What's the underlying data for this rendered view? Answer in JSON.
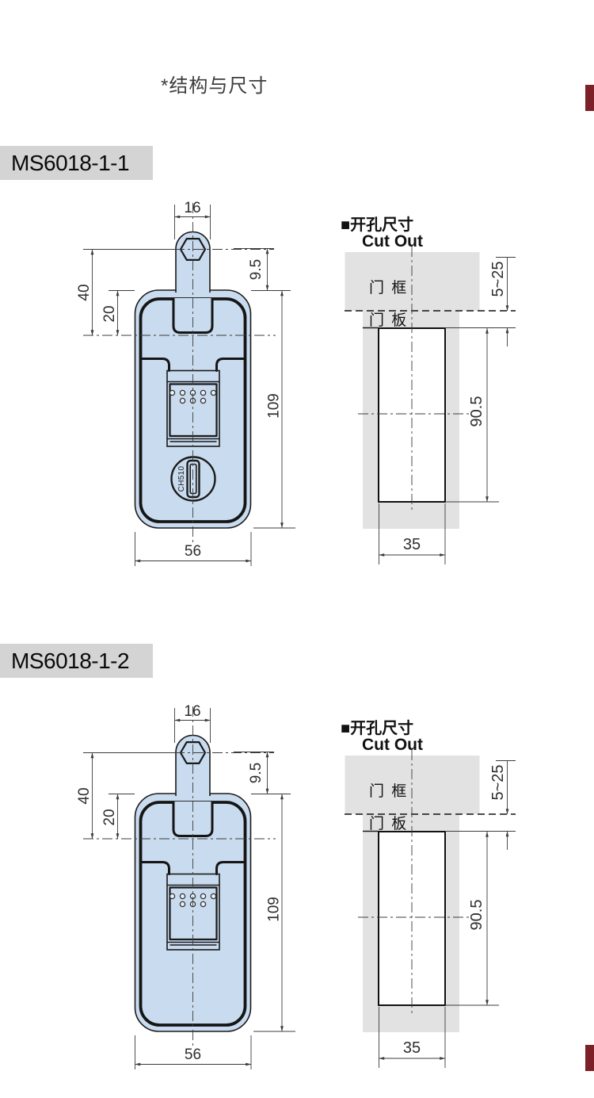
{
  "page": {
    "title": "*结构与尺寸"
  },
  "colors": {
    "body_fill": "#c9dbee",
    "panel_gray": "#e2e2e2",
    "label_bg": "#d4d4d4",
    "line_dark": "#1a1a1a",
    "dim_line": "#3c3c3c",
    "edge_tab": "#7c2128"
  },
  "sections": [
    {
      "model": "MS6018-1-1",
      "has_key_cylinder": true
    },
    {
      "model": "MS6018-1-2",
      "has_key_cylinder": false
    }
  ],
  "front_view": {
    "dim_neck_width": "16",
    "dim_pawl_to_body": "9.5",
    "dim_center_offset": "40",
    "dim_body_top_to_center": "20",
    "dim_body_height": "109",
    "dim_body_width": "56",
    "key_cylinder_code": "CH510"
  },
  "cut_out": {
    "heading_cn": "■开孔尺寸",
    "heading_en": "Cut Out",
    "door_frame_label": "门 框",
    "door_panel_label": "门 板",
    "dim_door_thickness": "5~25",
    "dim_cutout_height": "90.5",
    "dim_cutout_width": "35"
  }
}
